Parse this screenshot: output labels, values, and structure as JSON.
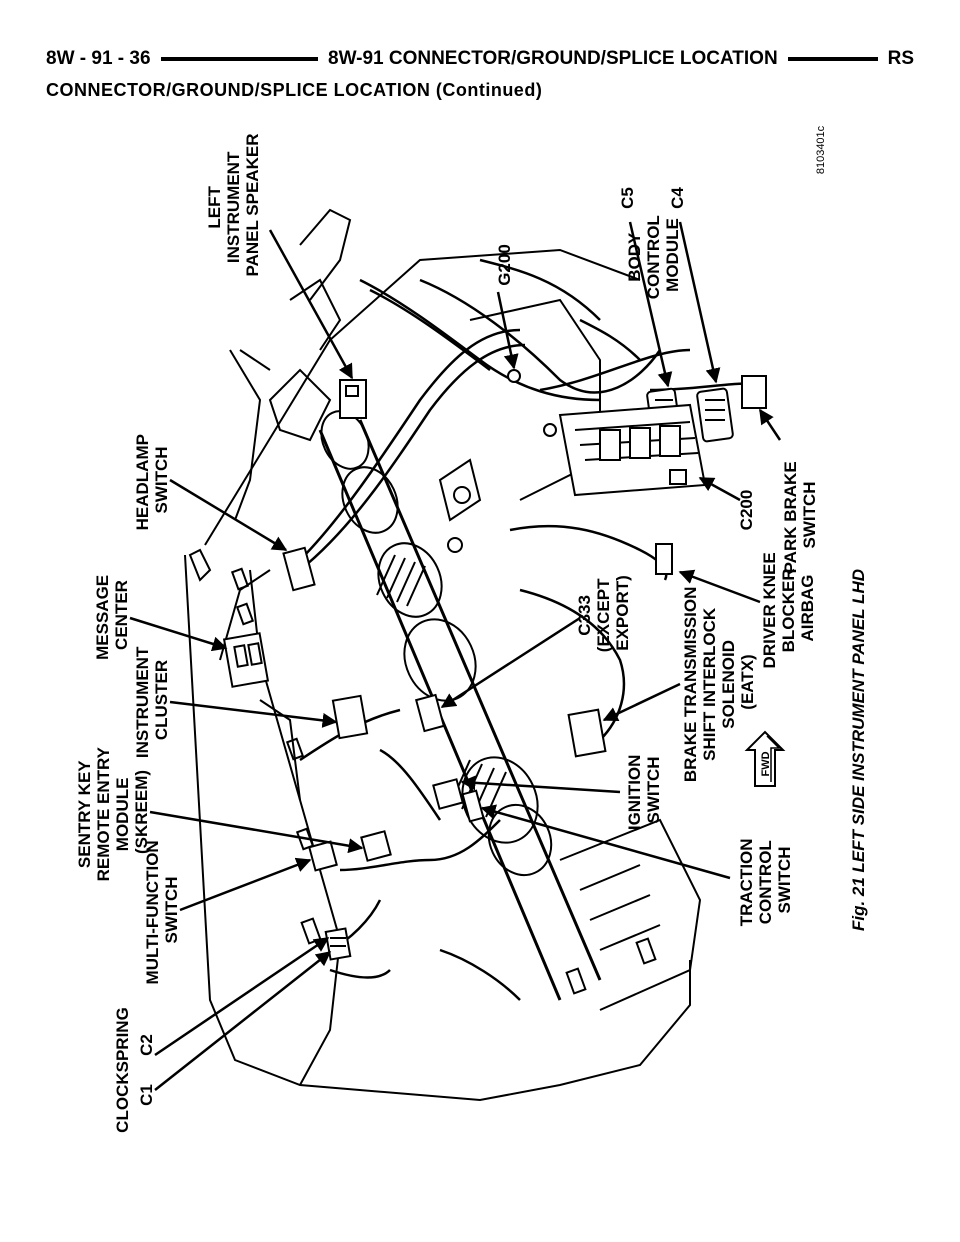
{
  "header": {
    "page_number": "8W - 91 - 36",
    "section_title": "8W-91 CONNECTOR/GROUND/SPLICE LOCATION",
    "model_code": "RS"
  },
  "subheader": "CONNECTOR/GROUND/SPLICE LOCATION (Continued)",
  "figure": {
    "caption": "Fig. 21 LEFT SIDE INSTRUMENT PANEL LHD",
    "art_number": "8103401c",
    "fwd_marker": "FWD",
    "labels": {
      "body_control_module": [
        "BODY",
        "CONTROL",
        "MODULE"
      ],
      "c5": "C5",
      "c4": "C4",
      "left_ip_speaker": [
        "LEFT",
        "INSTRUMENT",
        "PANEL SPEAKER"
      ],
      "g200": "G200",
      "headlamp_switch": [
        "HEADLAMP",
        "SWITCH"
      ],
      "park_brake_switch": [
        "PARK BRAKE",
        "SWITCH"
      ],
      "c200": "C200",
      "message_center": [
        "MESSAGE",
        "CENTER"
      ],
      "driver_knee_blocker": [
        "DRIVER KNEE",
        "BLOCKER",
        "AIRBAG"
      ],
      "c333": [
        "C333",
        "(EXCEPT",
        "EXPORT)"
      ],
      "instrument_cluster": [
        "INSTRUMENT",
        "CLUSTER"
      ],
      "btsi_solenoid": [
        "BRAKE TRANSMISSION",
        "SHIFT INTERLOCK",
        "SOLENOID",
        "(EATX)"
      ],
      "skreem": [
        "SENTRY KEY",
        "REMOTE ENTRY",
        "MODULE",
        "(SKREEM)"
      ],
      "ignition_switch": [
        "IGNITION",
        "SWITCH"
      ],
      "traction_control_switch": [
        "TRACTION",
        "CONTROL",
        "SWITCH"
      ],
      "multifunction_switch": [
        "MULTI-FUNCTION",
        "SWITCH"
      ],
      "clockspring": "CLOCKSPRING",
      "c1": "C1",
      "c2": "C2"
    }
  }
}
